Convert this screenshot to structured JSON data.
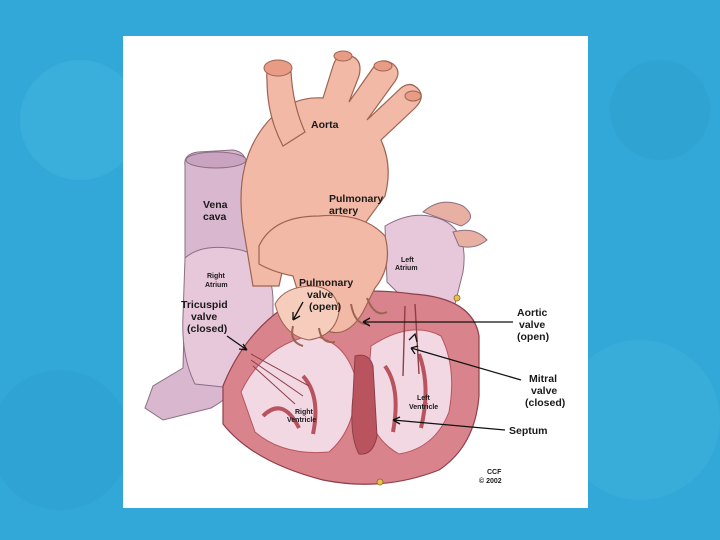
{
  "slide": {
    "background_color": "#35aedc",
    "card_color": "#ffffff"
  },
  "diagram": {
    "colors": {
      "muscle": "#d9848c",
      "muscle_dark": "#b9545f",
      "vessel": "#f2b9a6",
      "vena_cava": "#d9b7cf",
      "atrium": "#e7c7da",
      "interior": "#f1d8e3"
    },
    "labels": {
      "aorta": "Aorta",
      "vena_cava_1": "Vena",
      "vena_cava_2": "cava",
      "pulmonary_artery_1": "Pulmonary",
      "pulmonary_artery_2": "artery",
      "left_atrium_1": "Left",
      "left_atrium_2": "Atrium",
      "right_atrium_1": "Right",
      "right_atrium_2": "Atrium",
      "tricuspid_1": "Tricuspid",
      "tricuspid_2": "valve",
      "tricuspid_3": "(closed)",
      "pulmonary_valve_1": "Pulmonary",
      "pulmonary_valve_2": "valve",
      "pulmonary_valve_3": "(open)",
      "aortic_valve_1": "Aortic",
      "aortic_valve_2": "valve",
      "aortic_valve_3": "(open)",
      "mitral_valve_1": "Mitral",
      "mitral_valve_2": "valve",
      "mitral_valve_3": "(closed)",
      "right_ventricle_1": "Right",
      "right_ventricle_2": "Ventricle",
      "left_ventricle_1": "Left",
      "left_ventricle_2": "Ventricle",
      "septum": "Septum",
      "credit_1": "CCF",
      "credit_2": "© 2002"
    }
  }
}
